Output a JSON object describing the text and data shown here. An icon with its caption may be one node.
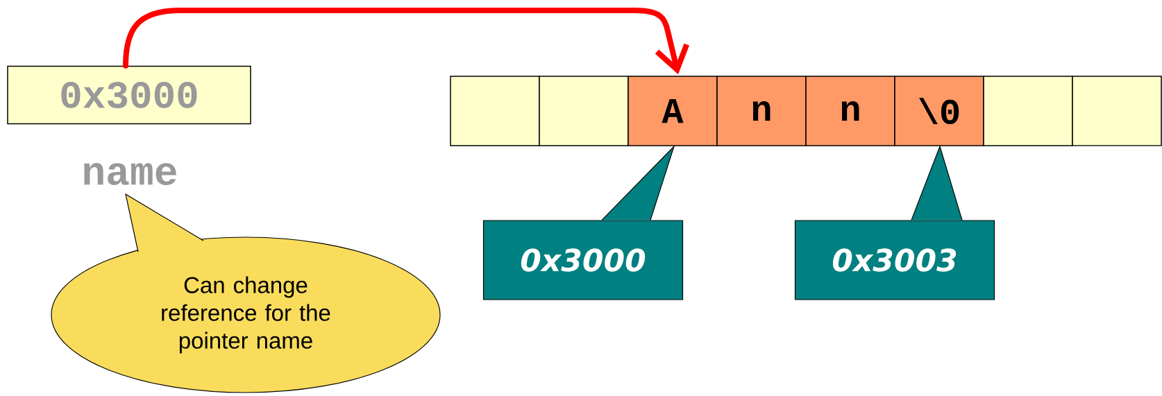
{
  "diagram": {
    "nodes": [
      {
        "text": [
          "0x3000"
        ]
      },
      {
        "text": [
          "name"
        ]
      },
      {
        "text": [
          "Can change reference for the pointer name"
        ]
      },
      {
        "text": [],
        "shape": "box"
      },
      {
        "text": [],
        "shape": "box"
      },
      {
        "text": [
          "A"
        ]
      },
      {
        "text": [
          "n"
        ]
      },
      {
        "text": [
          "n"
        ]
      },
      {
        "text": [
          "\\0"
        ]
      },
      {
        "text": [],
        "shape": "box"
      },
      {
        "text": [],
        "shape": "box"
      },
      {
        "text": [
          "0x3000"
        ]
      },
      {
        "text": [
          "0x3003"
        ]
      }
    ],
    "edges": [
      {
        "from": 0,
        "to": 5,
        "arrow": "to"
      }
    ]
  }
}
